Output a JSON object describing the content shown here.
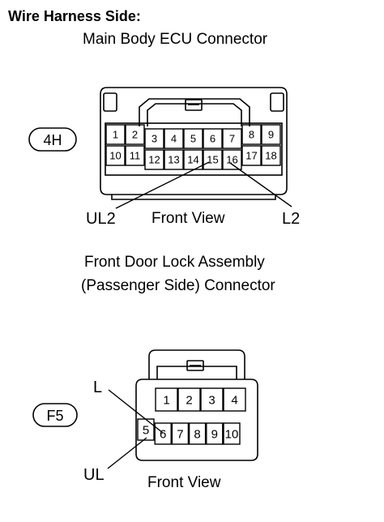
{
  "heading": "Wire Harness Side:",
  "ecu": {
    "title": "Main Body ECU Connector",
    "code": "4H",
    "pins_top": [
      "1",
      "2",
      "3",
      "4",
      "5",
      "6",
      "7",
      "8",
      "9"
    ],
    "pins_bottom": [
      "10",
      "11",
      "12",
      "13",
      "14",
      "15",
      "16",
      "17",
      "18"
    ],
    "label_left": "UL2",
    "label_right": "L2",
    "view": "Front View"
  },
  "door": {
    "title_line1": "Front Door Lock Assembly",
    "title_line2": "(Passenger Side) Connector",
    "code": "F5",
    "pins_top": [
      "1",
      "2",
      "3",
      "4"
    ],
    "pins_bottom": [
      "5",
      "6",
      "7",
      "8",
      "9",
      "10"
    ],
    "label_upper": "L",
    "label_lower": "UL",
    "view": "Front View"
  }
}
